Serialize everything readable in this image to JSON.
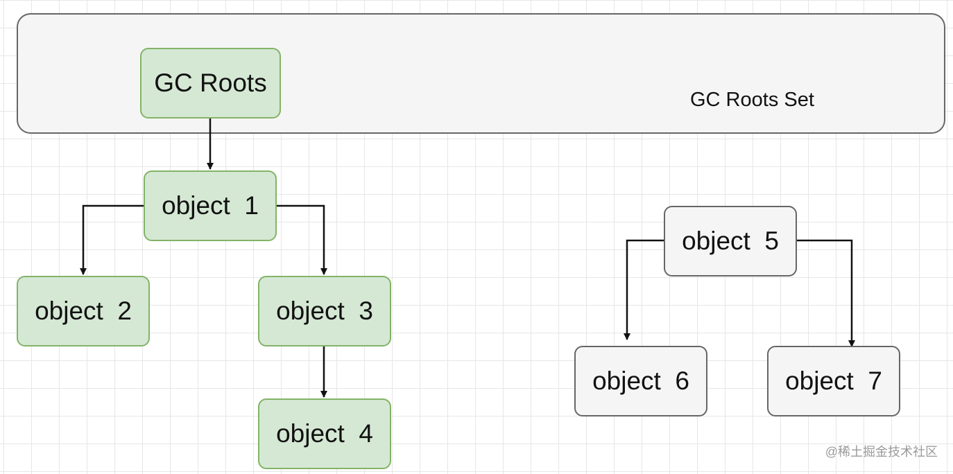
{
  "roots_set": {
    "label": "GC Roots Set"
  },
  "nodes": {
    "gc_roots": "GC Roots",
    "object_1": "object  1",
    "object_2": "object  2",
    "object_3": "object  3",
    "object_4": "object  4",
    "object_5": "object  5",
    "object_6": "object  6",
    "object_7": "object  7"
  },
  "edges": [
    {
      "from": "GC Roots",
      "to": "object 1"
    },
    {
      "from": "object 1",
      "to": "object 2"
    },
    {
      "from": "object 1",
      "to": "object 3"
    },
    {
      "from": "object 3",
      "to": "object 4"
    },
    {
      "from": "object 5",
      "to": "object 6"
    },
    {
      "from": "object 5",
      "to": "object 7"
    }
  ],
  "colors": {
    "reachable_fill": "#d5e8d4",
    "reachable_border": "#82b366",
    "unreachable_fill": "#f5f5f5",
    "unreachable_border": "#666666"
  },
  "watermark": "@稀土掘金技术社区"
}
